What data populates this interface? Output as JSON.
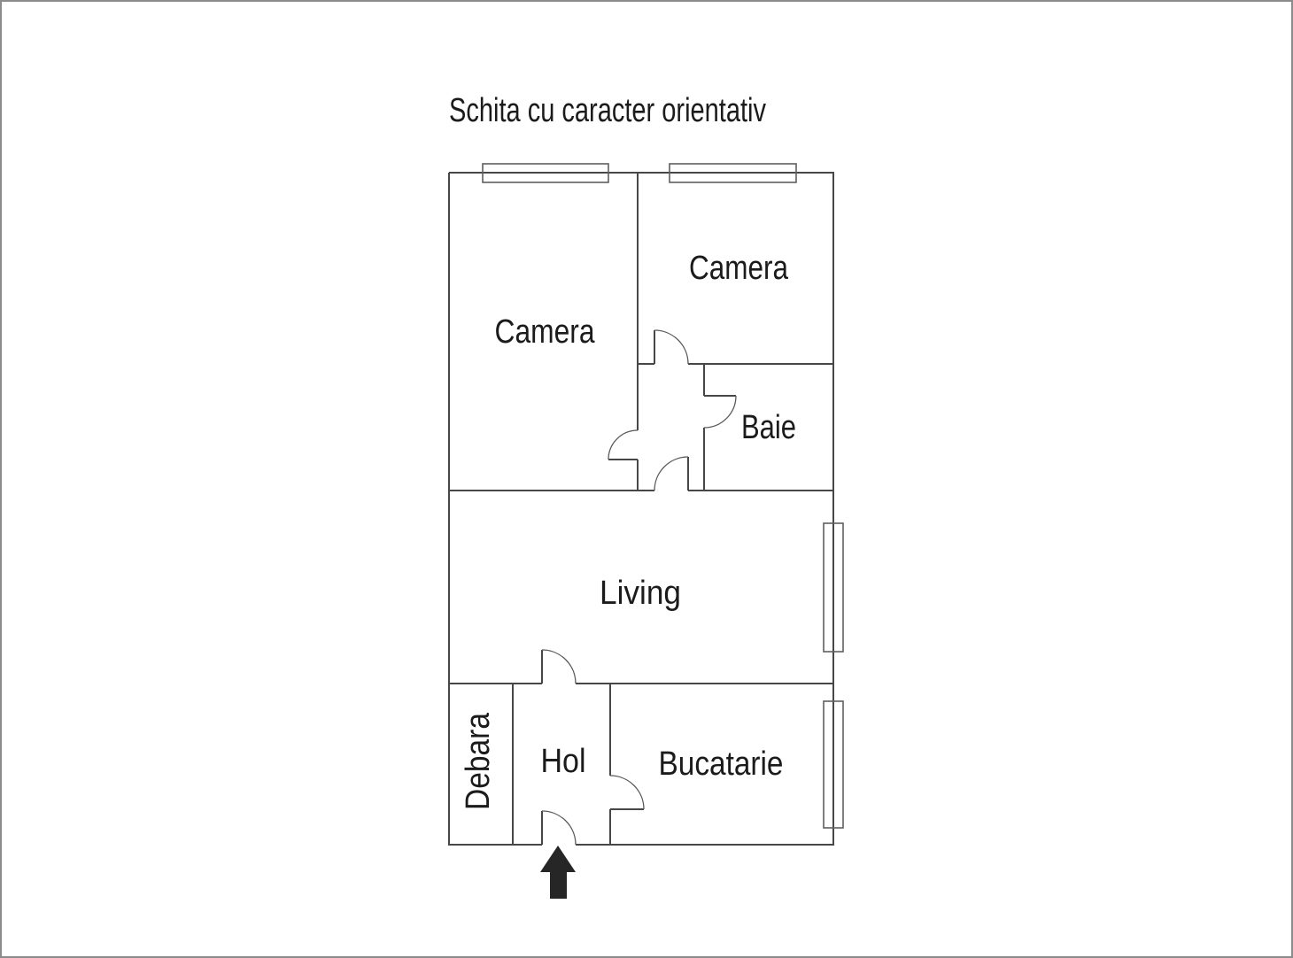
{
  "title": "Schita cu caracter orientativ",
  "rooms": [
    {
      "id": "camera-1",
      "label": "Camera"
    },
    {
      "id": "camera-2",
      "label": "Camera"
    },
    {
      "id": "baie",
      "label": "Baie"
    },
    {
      "id": "living",
      "label": "Living"
    },
    {
      "id": "debara",
      "label": "Debara"
    },
    {
      "id": "hol",
      "label": "Hol"
    },
    {
      "id": "bucatarie",
      "label": "Bucatarie"
    }
  ],
  "icons": {
    "entrance_arrow": "up-arrow"
  },
  "counts": {
    "windows": 4,
    "door_swings": 7
  },
  "colors": {
    "wall": "#474747",
    "door_window_symbol": "#5a5a5a",
    "text": "#1b1b1b",
    "arrow_fill": "#262626",
    "canvas_border": "#8b8b8b",
    "background": "#ffffff"
  }
}
